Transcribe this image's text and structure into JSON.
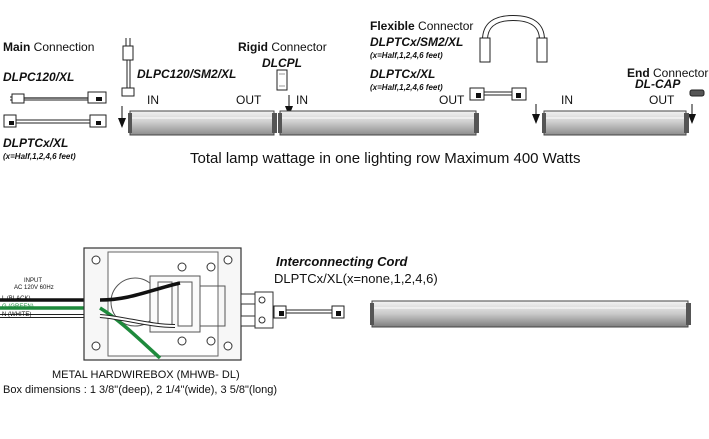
{
  "top": {
    "main": {
      "heading_bold": "Main",
      "heading_rest": " Connection",
      "model1": "DLPC120/XL",
      "model2": "DLPTCx/XL",
      "model2_note": "(x=Half,1,2,4,6 feet)"
    },
    "plug": {
      "model": "DLPC120/SM2/XL"
    },
    "rigid": {
      "heading_bold": "Rigid",
      "heading_rest": " Connector",
      "model": "DLCPL"
    },
    "flexible": {
      "heading_bold": "Flexible",
      "heading_rest": " Connector",
      "model1": "DLPTCx/SM2/XL",
      "note1": "(x=Half,1,2,4,6 feet)",
      "model2": "DLPTCx/XL",
      "note2": "(x=Half,1,2,4,6 feet)"
    },
    "end": {
      "heading_bold": "End",
      "heading_rest": " Connector",
      "model": "DL-CAP"
    },
    "ports": {
      "in": "IN",
      "out": "OUT"
    },
    "caption": "Total lamp wattage in one lighting row Maximum 400 Watts"
  },
  "bottom": {
    "input": {
      "title": "INPUT",
      "spec": "AC 120V 60Hz",
      "wire1": "L (BLACK)",
      "wire2": "G (GREEN)",
      "wire3": "N (WHITE)"
    },
    "box": {
      "title": "METAL HARDWIREBOX (MHWB- DL)",
      "dims": "Box dimensions : 1 3/8\"(deep), 2 1/4\"(wide), 3 5/8\"(long)"
    },
    "cord": {
      "title": "Interconnecting Cord",
      "model": "DLPTCx/XL(x=none,1,2,4,6)"
    }
  },
  "colors": {
    "black_wire": "#111111",
    "green_wire": "#1e8a3c",
    "white_wire": "#ffffff",
    "fixture": "#d4d4d4"
  }
}
